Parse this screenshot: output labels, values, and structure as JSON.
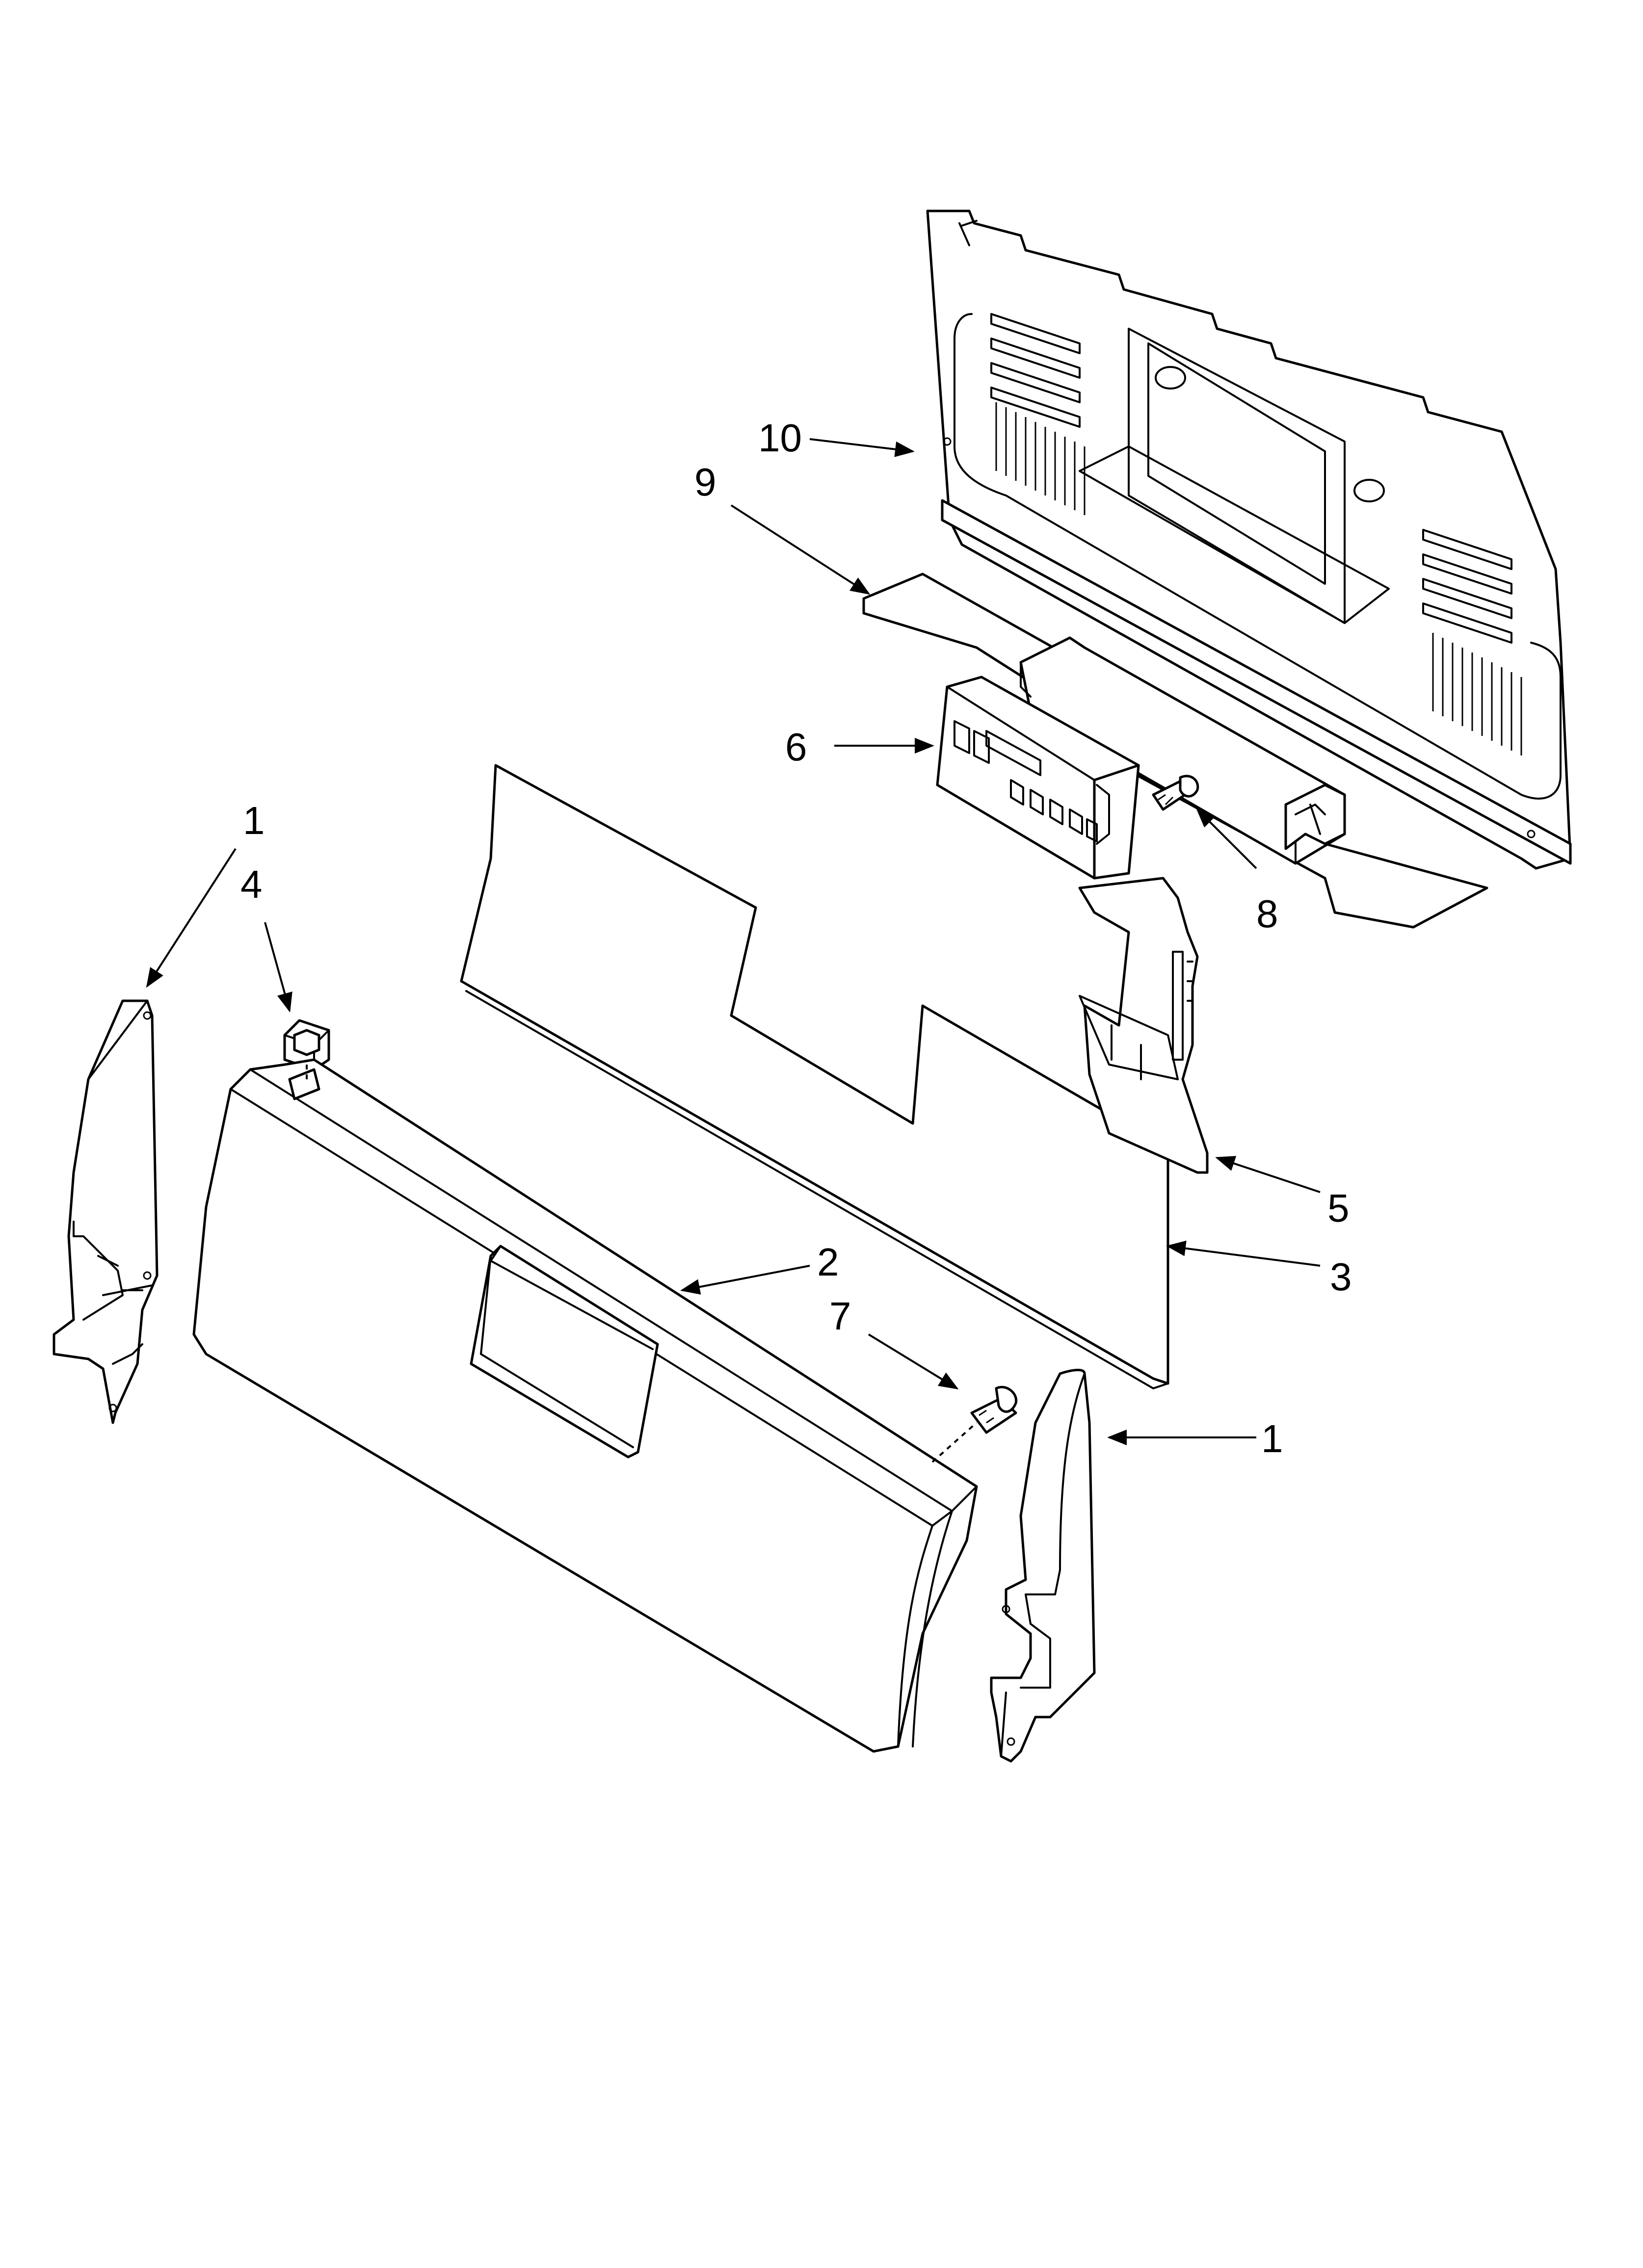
{
  "callouts": [
    {
      "id": "part-1-left",
      "label": "1"
    },
    {
      "id": "part-1-right",
      "label": "1"
    },
    {
      "id": "part-2",
      "label": "2"
    },
    {
      "id": "part-3",
      "label": "3"
    },
    {
      "id": "part-4",
      "label": "4"
    },
    {
      "id": "part-5",
      "label": "5"
    },
    {
      "id": "part-6",
      "label": "6"
    },
    {
      "id": "part-7",
      "label": "7"
    },
    {
      "id": "part-8",
      "label": "8"
    },
    {
      "id": "part-9",
      "label": "9"
    },
    {
      "id": "part-10",
      "label": "10"
    }
  ],
  "colors": {
    "line": "#000000",
    "background": "#ffffff"
  }
}
